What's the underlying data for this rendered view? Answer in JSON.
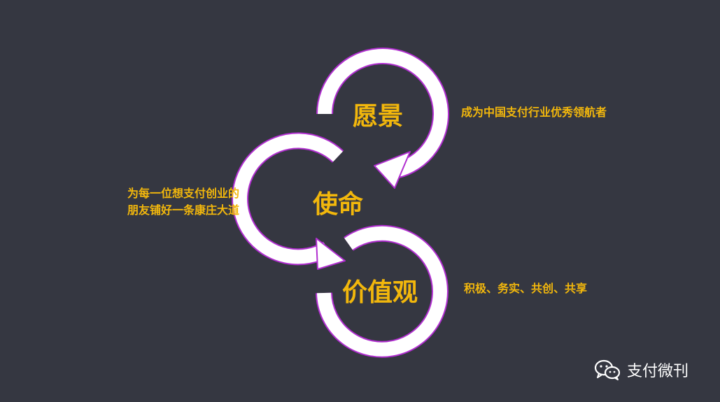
{
  "colors": {
    "background": "#353741",
    "ring": "#ffffff",
    "ring_outline": "#b12fd0",
    "accent_text": "#f2b70c",
    "watermark_text": "#ffffff"
  },
  "stages": [
    {
      "title": "愿景",
      "description_lines": [
        "成为中国支付行业优秀领航者"
      ]
    },
    {
      "title": "使命",
      "description_lines": [
        "为每一位想支付创业的",
        "朋友铺好一条康庄大道"
      ]
    },
    {
      "title": "价值观",
      "description_lines": [
        "积极、务实、共创、共享"
      ]
    }
  ],
  "watermark": {
    "icon": "wechat-icon",
    "text": "支付微刊"
  }
}
